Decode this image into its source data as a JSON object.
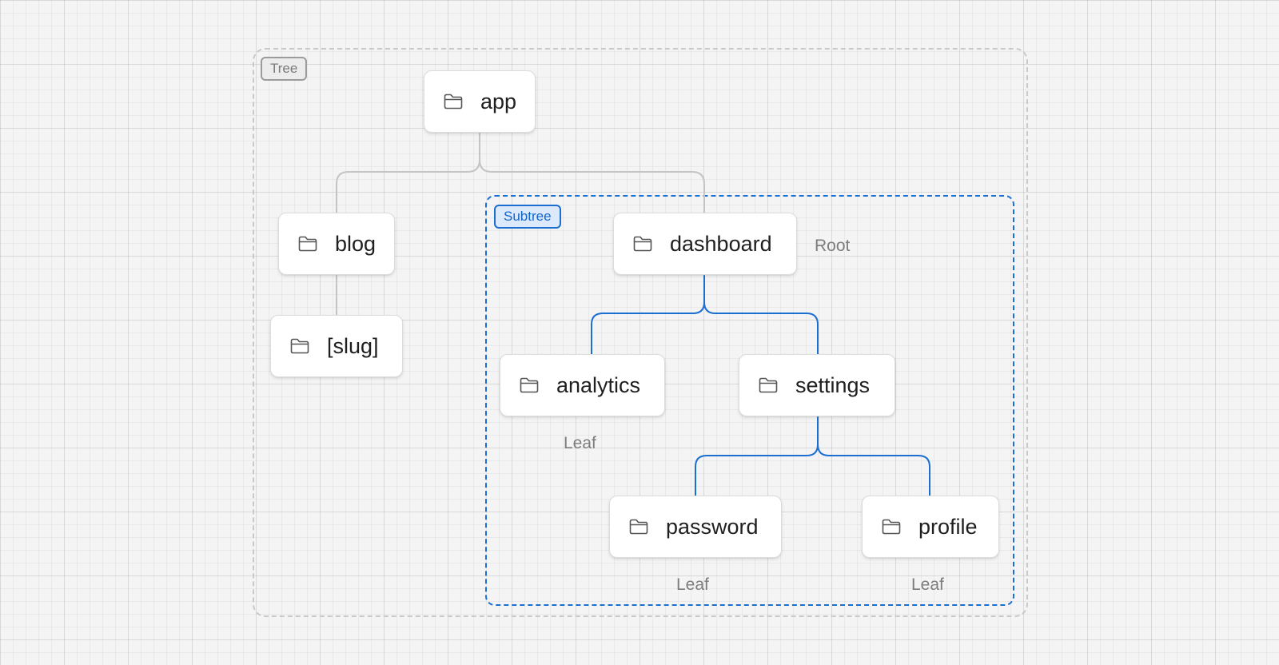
{
  "regions": {
    "tree_label": "Tree",
    "subtree_label": "Subtree"
  },
  "nodes": {
    "app": "app",
    "blog": "blog",
    "slug": "[slug]",
    "dashboard": "dashboard",
    "analytics": "analytics",
    "settings": "settings",
    "password": "password",
    "profile": "profile"
  },
  "annotations": {
    "root": "Root",
    "analytics_leaf": "Leaf",
    "password_leaf": "Leaf",
    "profile_leaf": "Leaf"
  },
  "icons": {
    "node_icon": "folder-icon"
  },
  "colors": {
    "subtree_accent": "#1a6fd1",
    "tree_connector": "#c4c4c4",
    "tree_border": "#c9c9c9"
  }
}
